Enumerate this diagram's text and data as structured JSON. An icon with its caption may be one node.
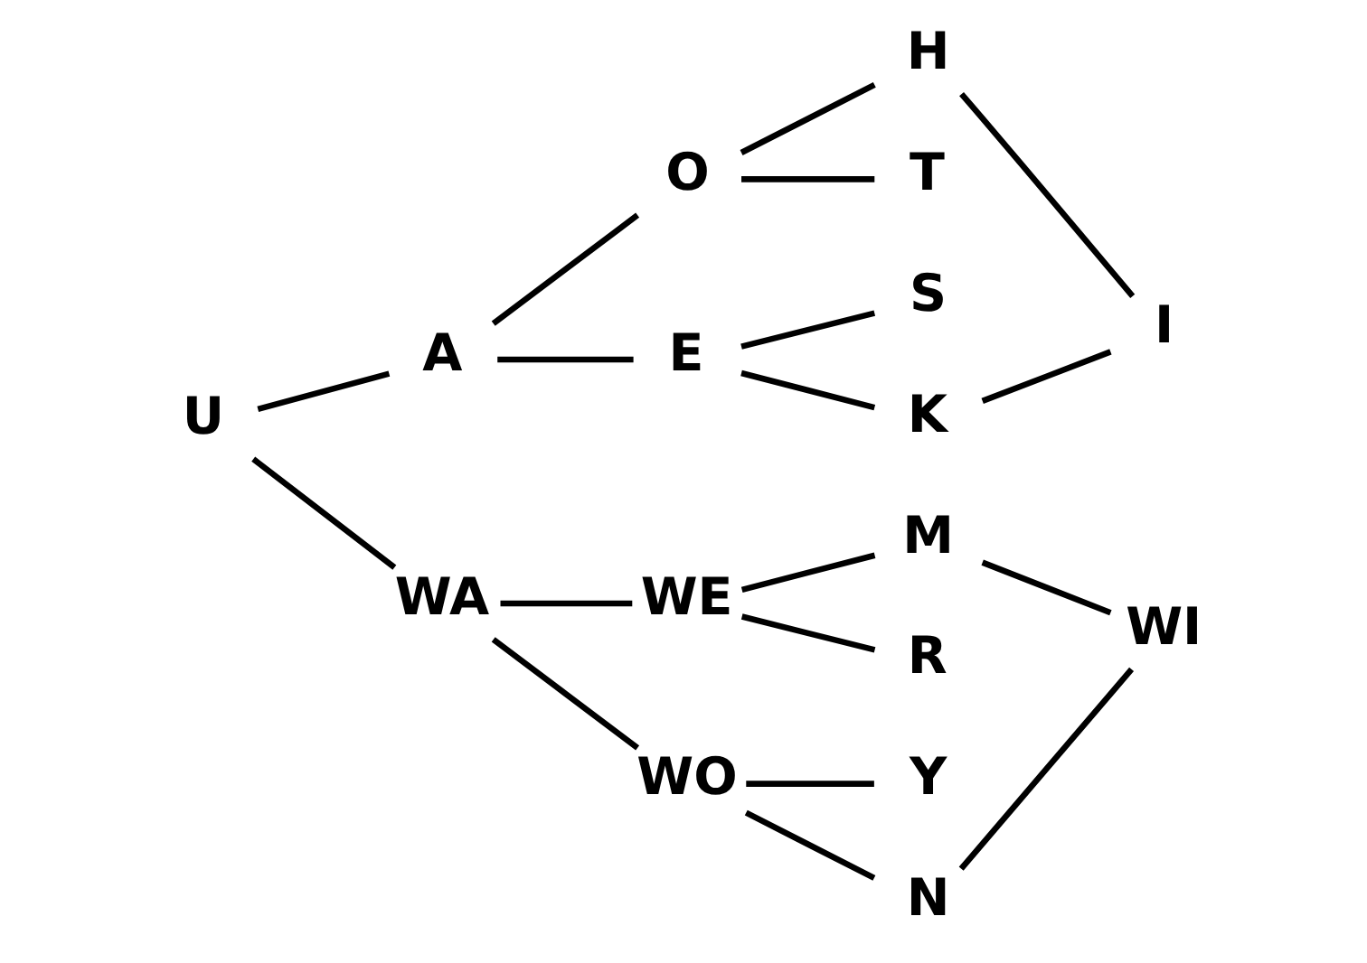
{
  "diagram": {
    "nodes": [
      {
        "text": [
          "U"
        ]
      },
      {
        "text": [
          "A"
        ]
      },
      {
        "text": [
          "WA"
        ]
      },
      {
        "text": [
          "O"
        ]
      },
      {
        "text": [
          "E"
        ]
      },
      {
        "text": [
          "WE"
        ]
      },
      {
        "text": [
          "WO"
        ]
      },
      {
        "text": [
          "H"
        ]
      },
      {
        "text": [
          "T"
        ]
      },
      {
        "text": [
          "S"
        ]
      },
      {
        "text": [
          "K"
        ]
      },
      {
        "text": [
          "M"
        ]
      },
      {
        "text": [
          "R"
        ]
      },
      {
        "text": [
          "Y"
        ]
      },
      {
        "text": [
          "N"
        ]
      },
      {
        "text": [
          "I"
        ]
      },
      {
        "text": [
          "WI"
        ]
      }
    ],
    "edges": [
      {
        "from": 0,
        "to": 1,
        "arrow": "none"
      },
      {
        "from": 0,
        "to": 2,
        "arrow": "none"
      },
      {
        "from": 1,
        "to": 3,
        "arrow": "none"
      },
      {
        "from": 1,
        "to": 4,
        "arrow": "none"
      },
      {
        "from": 3,
        "to": 7,
        "arrow": "none"
      },
      {
        "from": 3,
        "to": 8,
        "arrow": "none"
      },
      {
        "from": 4,
        "to": 9,
        "arrow": "none"
      },
      {
        "from": 4,
        "to": 10,
        "arrow": "none"
      },
      {
        "from": 7,
        "to": 15,
        "arrow": "none"
      },
      {
        "from": 10,
        "to": 15,
        "arrow": "none"
      },
      {
        "from": 2,
        "to": 5,
        "arrow": "none"
      },
      {
        "from": 2,
        "to": 6,
        "arrow": "none"
      },
      {
        "from": 5,
        "to": 11,
        "arrow": "none"
      },
      {
        "from": 5,
        "to": 12,
        "arrow": "none"
      },
      {
        "from": 6,
        "to": 13,
        "arrow": "none"
      },
      {
        "from": 6,
        "to": 14,
        "arrow": "none"
      },
      {
        "from": 11,
        "to": 16,
        "arrow": "none"
      },
      {
        "from": 14,
        "to": 16,
        "arrow": "none"
      }
    ]
  }
}
